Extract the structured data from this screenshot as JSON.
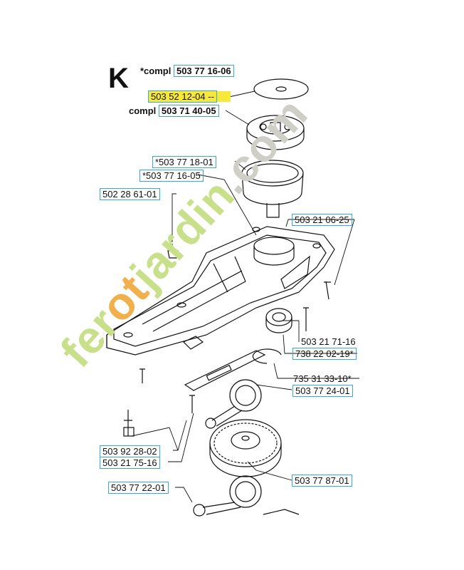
{
  "section_letter": "K",
  "header_labels": [
    {
      "prefix": "*compl",
      "part": "503 77 16-06"
    },
    {
      "prefix": "",
      "part": "503 52 12-04 --",
      "highlighted": true
    },
    {
      "prefix": "compl",
      "part": "503 71 40-05"
    }
  ],
  "part_labels": [
    "*503 77 18-01",
    "*503 77 16-05",
    "502 28 61-01",
    "503 21 06-25",
    "503 21 71-16",
    "738 22 02-19*",
    "735 31 33-10*",
    "503 77 24-01",
    "503 92 28-02",
    "503 21 75-16",
    "503 77 87-01",
    "503 77 22-01"
  ],
  "watermark": {
    "left": "fer",
    "middle": "ot",
    "right": "jardin",
    "suffix": ".com",
    "colors": {
      "green": "#c8e08a",
      "orange": "#f2b04d",
      "gray": "#cfcfc8"
    }
  },
  "colors": {
    "label_box": "#39a9d6",
    "highlight": "#f7e93a",
    "line": "#111111"
  }
}
